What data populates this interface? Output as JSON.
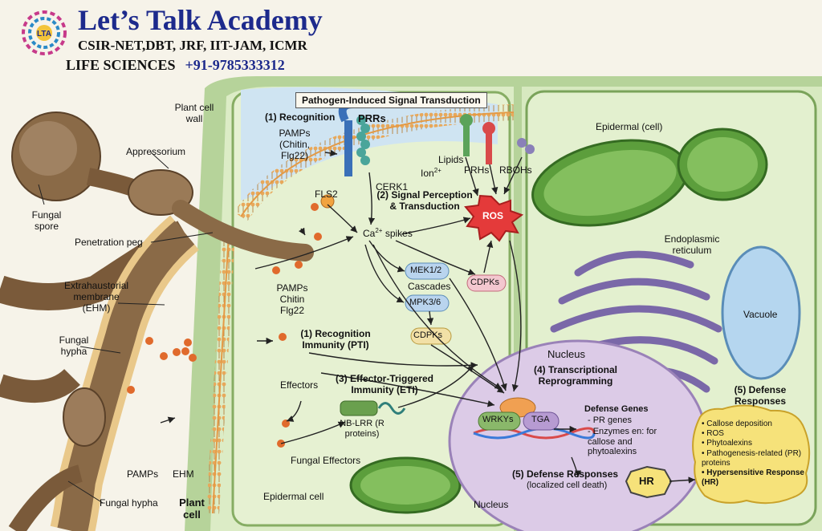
{
  "header": {
    "academy": "Let’s Talk Academy",
    "exams": "CSIR-NET,DBT, JRF, IIT-JAM, ICMR",
    "subject": "LIFE SCIENCES",
    "phone": "+91-9785333312",
    "logo_text": "LTA"
  },
  "title": "Pathogen-Induced Signal Transduction",
  "labels": {
    "plant_cell_wall": "Plant cell wall",
    "appressorium": "Appressorium",
    "fungal_spore": "Fungal spore",
    "penetration_peg": "Penetration peg",
    "ehm_full": "Extrahaustorial membrane (EHM)",
    "fungal_hypha_mid": "Fungal hypha",
    "pamps_bottom": "PAMPs",
    "ehm": "EHM",
    "fungal_hypha_bottom": "Fungal hypha",
    "plant_cell": "Plant cell",
    "recognition_1": "(1) Recognition",
    "prrs": "PRRs",
    "pamps_chitin_flg22": "PAMPs (Chitin, Flg22)",
    "fls2": "FLS2",
    "cerk1": "CERK1",
    "ion": "Ion",
    "ion_sup": "2+",
    "lipids": "Lipids",
    "prhs": "PRHs",
    "rbohs": "RBOHs",
    "signal_perception": "(2) Signal Perception & Transduction",
    "ca_spikes": "Ca",
    "ca_sup": "2+",
    "ca_spikes_tail": "spikes",
    "ros": "ROS",
    "epidermal_cell_top": "Epidermal (cell)",
    "endoplasmic_reticulum": "Endoplasmic reticulum",
    "vacuole": "Vacuole",
    "pamps_mid": "PAMPs Chitin Flg22",
    "mek": "MEK1/2",
    "cascades": "Cascades",
    "mpk": "MPK3/6",
    "cdpks_1": "CDPKs",
    "cdpks_2": "CDPKs",
    "recognition_immunity": "(1) Recognition Immunity (PTI)",
    "effectors": "Effectors",
    "eti": "(3) Effector-Triggered Immunity (ETI)",
    "nb_lrr": "NB-LRR (R proteins)",
    "fungal_effectors": "Fungal Effectors",
    "nucleus_top": "Nucleus",
    "transcriptional": "(4) Transcriptional Reprogramming",
    "wrkys": "WRKYs",
    "tga": "TGA",
    "defense_genes_title": "Defense Genes",
    "pr_genes": "- PR genes",
    "enzymes": "- Enzymes en: for callose and phytoalexins",
    "defense_responses_local": "(5) Defense Responses",
    "localized": "(localized cell death)",
    "nucleus_bottom": "Nucleus",
    "hr": "HR",
    "defense_responses_right": "(5) Defense Responses",
    "epidermal_cell_bottom": "Epidermal cell"
  },
  "defense_list": [
    "• Callose deposition",
    "• ROS",
    "• Phytoalexins",
    "• Pathogenesis-related (PR) proteins",
    "• Hypersensitive Response (HR)"
  ],
  "colors": {
    "academy_blue": "#1d2a8c",
    "fungus_brown": "#8a6a47",
    "cell_green": "#c9dfae",
    "nucleus_purple": "#d9c9e6",
    "ros_red": "#e43a3a",
    "defense_yellow": "#f6e27a",
    "membrane_orange": "#e8b470"
  }
}
